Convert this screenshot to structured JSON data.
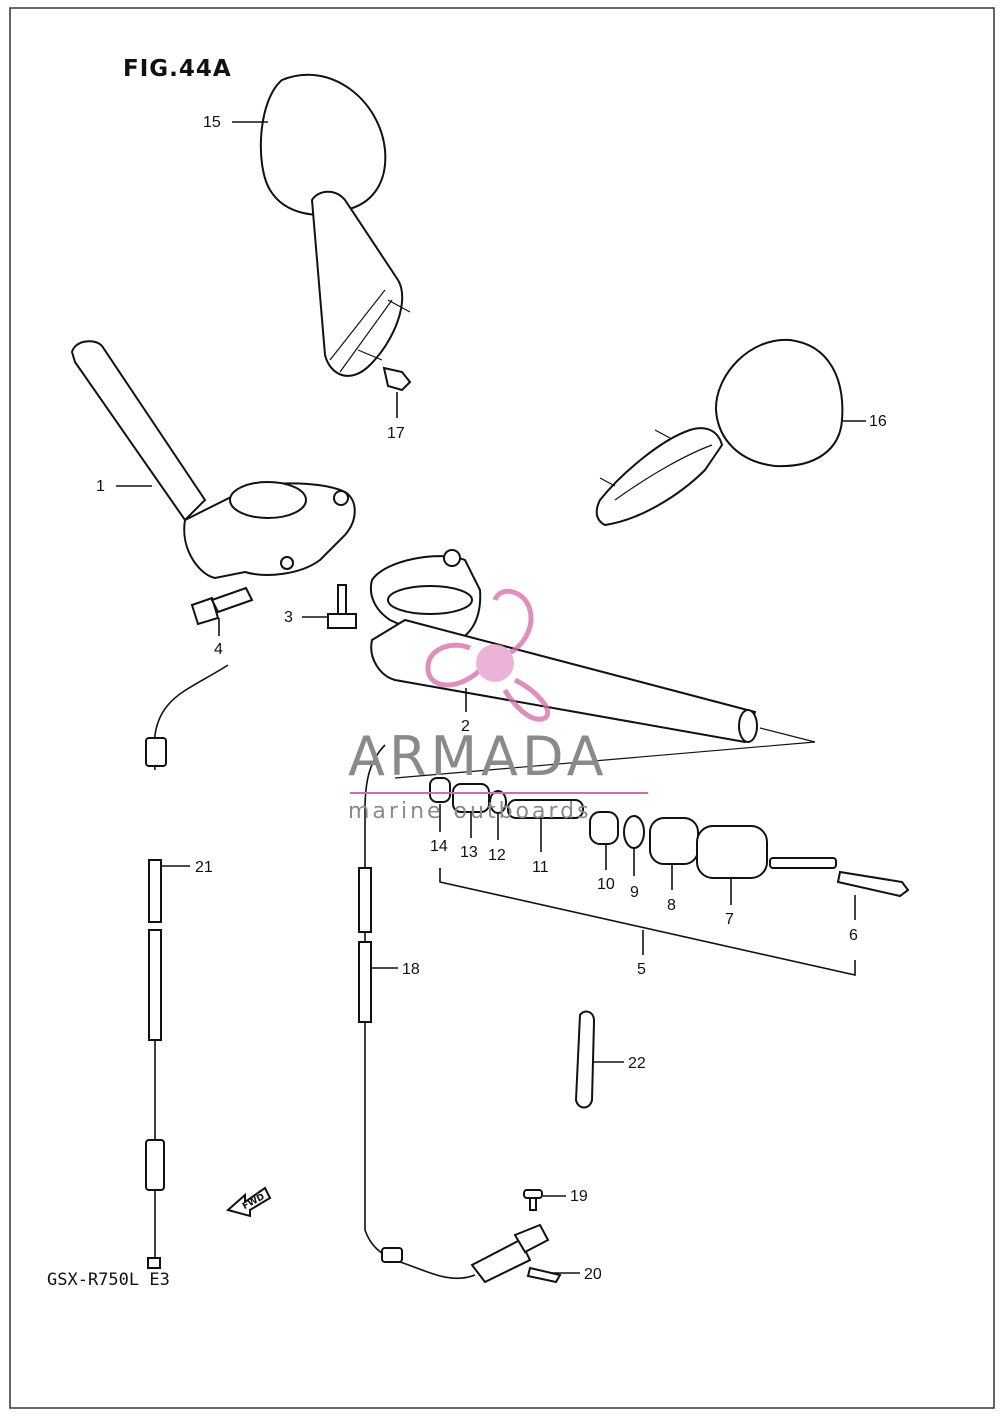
{
  "title": "FIG.44A",
  "model": "GSX-R750L E3",
  "fwd_label": "FWD",
  "watermark": {
    "brand": "ARMADA",
    "tagline": "marine outboards",
    "accent_color": "#d46aa8"
  },
  "callouts": {
    "1": "1",
    "2": "2",
    "3": "3",
    "4": "4",
    "5": "5",
    "6": "6",
    "7": "7",
    "8": "8",
    "9": "9",
    "10": "10",
    "11": "11",
    "12": "12",
    "13": "13",
    "14": "14",
    "15": "15",
    "16": "16",
    "17": "17",
    "18": "18",
    "19": "19",
    "20": "20",
    "21": "21",
    "22": "22"
  }
}
